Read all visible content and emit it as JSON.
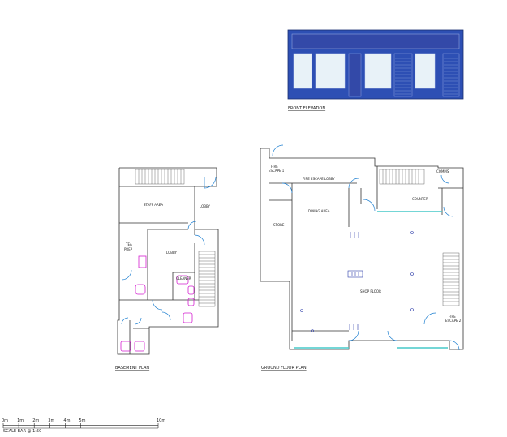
{
  "elevation": {
    "label": "FRONT ELEVATION",
    "fascia_color": "#2d4fb4",
    "frame_color": "#3349a8",
    "glass_color": "#e8f2f8"
  },
  "basement": {
    "title": "BASEMENT PLAN",
    "rooms": {
      "staff_area": "STAFF AREA",
      "lobby_upper": "LOBBY",
      "tea_prep_line1": "TEA",
      "tea_prep_line2": "PREP",
      "lobby_lower": "LOBBY",
      "cleaner": "CLEANER"
    }
  },
  "ground": {
    "title": "GROUND FLOOR PLAN",
    "rooms": {
      "fire_escape_1_line1": "FIRE",
      "fire_escape_1_line2": "ESCAPE 1",
      "fire_escape_lobby": "FIRE ESCAPE LOBBY",
      "comms": "COMMS",
      "counter": "COUNTER",
      "dining_area": "DINING AREA",
      "store": "STORE",
      "shop_floor": "SHOP FLOOR",
      "fire_escape_2_line1": "FIRE",
      "fire_escape_2_line2": "ESCAPE 2"
    }
  },
  "scale_bar": {
    "caption": "SCALE BAR @ 1:50",
    "ticks": [
      {
        "label": "0m",
        "value": 0
      },
      {
        "label": "1m",
        "value": 1
      },
      {
        "label": "2m",
        "value": 2
      },
      {
        "label": "3m",
        "value": 3
      },
      {
        "label": "4m",
        "value": 4
      },
      {
        "label": "5m",
        "value": 5
      },
      {
        "label": "10m",
        "value": 10
      }
    ]
  },
  "colors": {
    "door": "#1e7fd0",
    "sanitary": "#d41fd0",
    "glazing": "#46c9c9"
  }
}
